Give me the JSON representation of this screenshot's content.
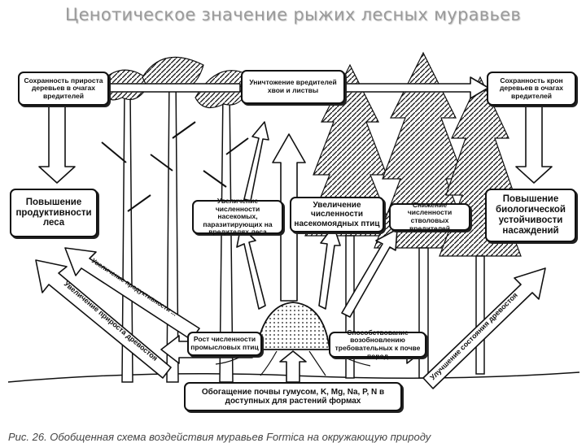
{
  "title": "Ценотическое значение рыжих лесных муравьев",
  "boxes": {
    "top_left": "Сохранность прироста деревьев в очагах вредителей",
    "top_center": "Уничтожение вредителей хвои и листвы",
    "top_right": "Сохранность крон деревьев в очагах вредителей",
    "mid_left": "Повышение продуктивности леса",
    "mid_parasites": "Увеличение численности насекомых, паразитирующих на вредителях леса",
    "mid_birds": "Увеличение численности насекомоядных птиц",
    "mid_stem_pests": "Снижение численности стволовых вредителей",
    "mid_right": "Повышение биологической устойчивости насаждений",
    "low_game_birds": "Рост численности промысловых птиц",
    "low_renewal": "Способствование возобновлению требовательных к почве пород",
    "bottom_humus": "Обогащение почвы гумусом, K, Mg, Na, P, N в доступных для растений формах"
  },
  "arrows": {
    "left_inner": "Увеличение продуктивности ...",
    "left_outer": "Увеличение прироста древостоя",
    "right_outer": "Улучшение состояния древостоя"
  },
  "caption": "Рис. 26. Обобщенная схема воздействия муравьев Formica на окружающую природу"
}
